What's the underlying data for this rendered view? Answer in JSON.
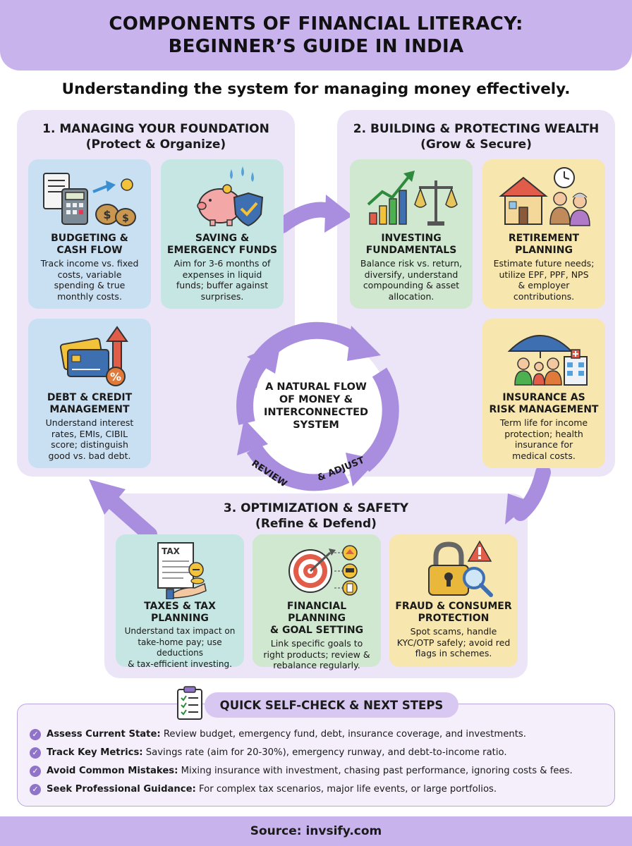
{
  "header": {
    "title_line1": "COMPONENTS OF FINANCIAL LITERACY:",
    "title_line2": "BEGINNER’S GUIDE IN INDIA"
  },
  "subtitle": "Understanding the system for managing money effectively.",
  "sections": {
    "foundation": {
      "title": "1. MANAGING YOUR FOUNDATION",
      "subtitle": "(Protect & Organize)",
      "cards": {
        "budgeting": {
          "title_1": "BUDGETING &",
          "title_2": "CASH FLOW",
          "desc_1": "Track income vs. fixed",
          "desc_2": "costs, variable",
          "desc_3": "spending & true",
          "desc_4": "monthly costs."
        },
        "saving": {
          "title_1": "SAVING &",
          "title_2": "EMERGENCY FUNDS",
          "desc_1": "Aim for 3-6 months of",
          "desc_2": "expenses in liquid",
          "desc_3": "funds; buffer against",
          "desc_4": "surprises."
        },
        "debt": {
          "title_1": "DEBT & CREDIT",
          "title_2": "MANAGEMENT",
          "desc_1": "Understand interest",
          "desc_2": "rates, EMIs, CIBIL",
          "desc_3": "score; distinguish",
          "desc_4": "good vs. bad debt."
        }
      }
    },
    "wealth": {
      "title": "2. BUILDING & PROTECTING WEALTH",
      "subtitle": "(Grow & Secure)",
      "cards": {
        "investing": {
          "title_1": "INVESTING",
          "title_2": "FUNDAMENTALS",
          "desc_1": "Balance risk vs. return,",
          "desc_2": "diversify, understand",
          "desc_3": "compounding & asset",
          "desc_4": "allocation."
        },
        "retirement": {
          "title_1": "RETIREMENT",
          "title_2": "PLANNING",
          "desc_1": "Estimate future needs;",
          "desc_2": "utilize EPF, PPF, NPS",
          "desc_3": "& employer",
          "desc_4": "contributions."
        },
        "insurance": {
          "title_1": "INSURANCE AS",
          "title_2": "RISK MANAGEMENT",
          "desc_1": "Term life for income",
          "desc_2": "protection; health",
          "desc_3": "insurance for",
          "desc_4": "medical costs."
        }
      }
    },
    "optimization": {
      "title": "3. OPTIMIZATION & SAFETY",
      "subtitle": "(Refine & Defend)",
      "cards": {
        "taxes": {
          "title_1": "TAXES & TAX",
          "title_2": "PLANNING",
          "desc_1": "Understand tax impact on",
          "desc_2": "take-home pay; use deductions",
          "desc_3": "& tax-efficient investing.",
          "icon_text": "TAX"
        },
        "goals": {
          "title_1": "FINANCIAL PLANNING",
          "title_2": "& GOAL SETTING",
          "desc_1": "Link specific goals to",
          "desc_2": "right products; review &",
          "desc_3": "rebalance regularly."
        },
        "fraud": {
          "title_1": "FRAUD & CONSUMER",
          "title_2": "PROTECTION",
          "desc_1": "Spot scams, handle",
          "desc_2": "KYC/OTP safely; avoid red",
          "desc_3": "flags in schemes."
        }
      }
    }
  },
  "center": {
    "line1": "A NATURAL FLOW",
    "line2": "OF MONEY &",
    "line3": "INTERCONNECTED",
    "line4": "SYSTEM",
    "arrow_label_1": "REVIEW",
    "arrow_label_2": "& ADJUST"
  },
  "self_check": {
    "title": "QUICK SELF-CHECK & NEXT STEPS",
    "items": [
      {
        "label": "Assess Current State:",
        "text": " Review budget, emergency fund, debt, insurance coverage, and investments."
      },
      {
        "label": "Track Key Metrics:",
        "text": " Savings rate (aim for 20-30%), emergency runway, and debt-to-income ratio."
      },
      {
        "label": "Avoid Common Mistakes:",
        "text": " Mixing insurance with investment, chasing past performance, ignoring costs & fees."
      },
      {
        "label": "Seek Professional Guidance:",
        "text": " For complex tax scenarios, major life events, or large portfolios."
      }
    ]
  },
  "footer": "Source: invsify.com",
  "colors": {
    "accent": "#c8b3ec",
    "section_bg": "#ece5f7",
    "arrow": "#a98ee0",
    "blue_card": "#c9dff2",
    "teal_card": "#c6e6e3",
    "green_card": "#cfe8cf",
    "yellow_card": "#f7e6ae"
  }
}
